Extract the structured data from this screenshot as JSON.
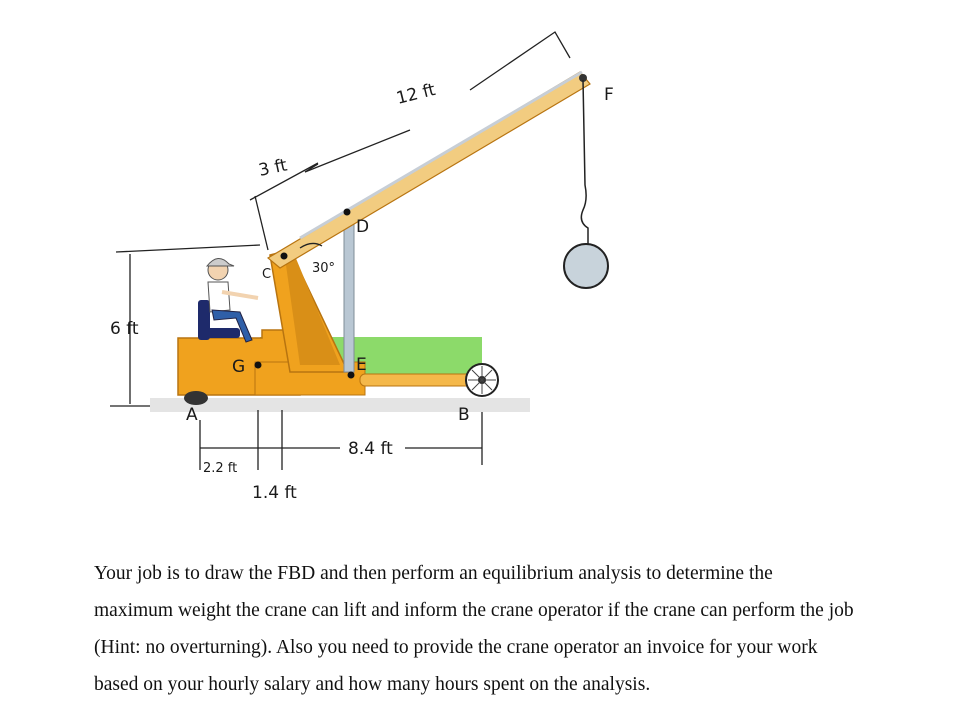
{
  "diagram": {
    "labels": {
      "boom_length": "12 ft",
      "boom_offset": "3 ft",
      "angle": "30°",
      "height": "6 ft",
      "dim_a_g": "2.2 ft",
      "dim_g_e": "1.4 ft",
      "dim_e_b": "8.4 ft",
      "point_a": "A",
      "point_b": "B",
      "point_c": "C",
      "point_d": "D",
      "point_e": "E",
      "point_f": "F",
      "point_g": "G"
    },
    "colors": {
      "crane_body": "#f0a21e",
      "crane_shadow": "#c97d0f",
      "boom": "#e8c070",
      "hydraulic": "#b9c7d3",
      "highlight": "#7fd65a",
      "ground": "#d8d8d8",
      "seat": "#1e2a6b"
    }
  },
  "problem": {
    "lines": [
      "Your job is to draw the FBD and then perform an equilibrium analysis to determine the",
      "maximum weight the crane can lift and inform the crane operator if the crane can perform the job",
      "(Hint: no overturning). Also you need to provide the crane operator an invoice for your work",
      "based on your hourly salary and how many hours spent on the analysis."
    ]
  }
}
